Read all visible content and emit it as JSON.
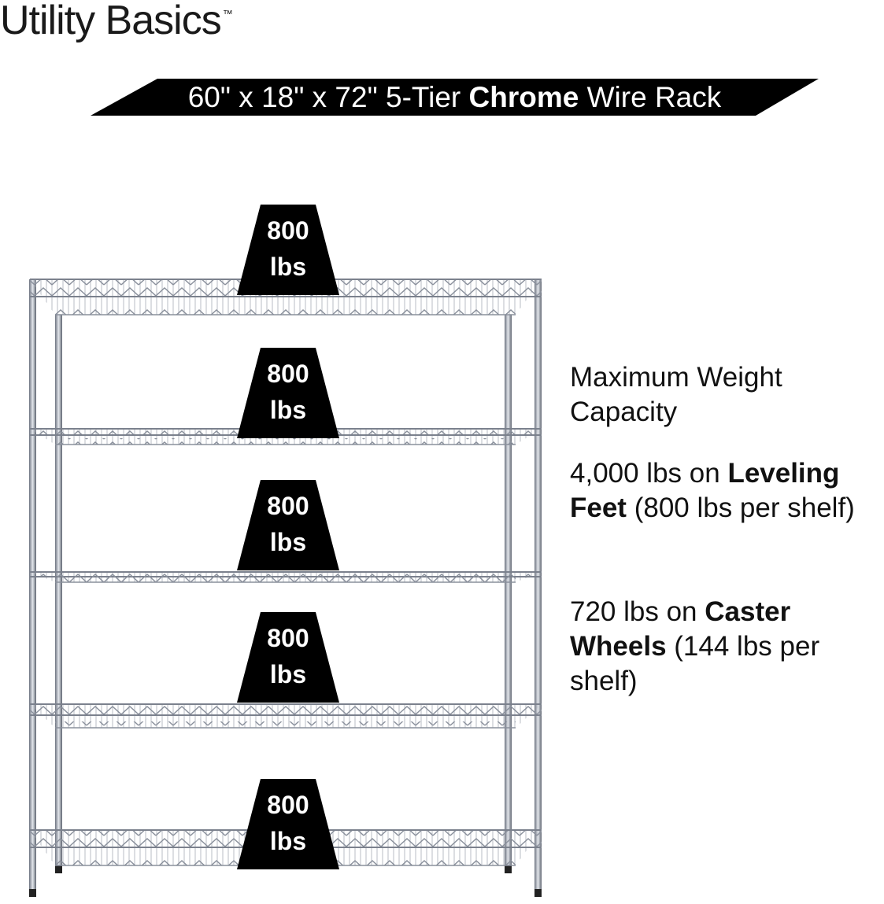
{
  "brand": {
    "name": "Utility Basics",
    "trademark": "™"
  },
  "banner": {
    "prefix": "60\" x 18\" x 72\" 5-Tier ",
    "bold": "Chrome",
    "suffix": " Wire Rack"
  },
  "shelves": [
    {
      "weight": "800",
      "unit": "lbs"
    },
    {
      "weight": "800",
      "unit": "lbs"
    },
    {
      "weight": "800",
      "unit": "lbs"
    },
    {
      "weight": "800",
      "unit": "lbs"
    },
    {
      "weight": "800",
      "unit": "lbs"
    }
  ],
  "capacity": {
    "heading": "Maximum Weight Capacity",
    "leveling": {
      "prefix": "4,000 lbs on ",
      "bold": "Leveling Feet",
      "suffix": " (800 lbs per shelf)"
    },
    "casters": {
      "prefix": "720 lbs on ",
      "bold": "Caster Wheels",
      "suffix": " (144 lbs per shelf)"
    }
  },
  "colors": {
    "badge": "#000000",
    "chrome": "#9aa0ab",
    "text": "#111111"
  }
}
